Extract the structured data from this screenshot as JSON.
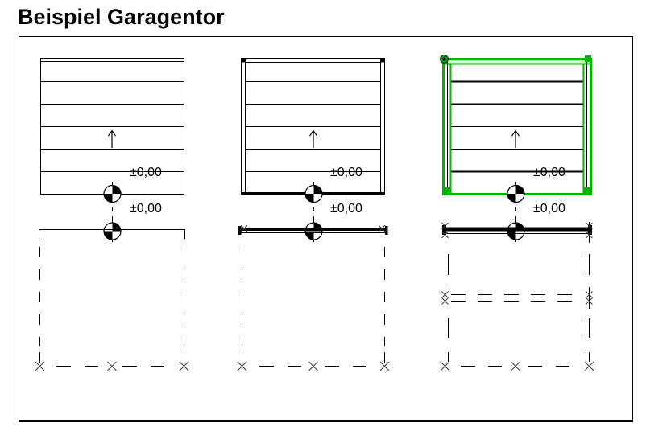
{
  "title": "Beispiel Garagentor",
  "doors": [
    {
      "name": "door-left",
      "state": "default",
      "level_top": "±0,00",
      "level_bottom": "±0,00"
    },
    {
      "name": "door-middle",
      "state": "default",
      "level_top": "±0,00",
      "level_bottom": "±0,00"
    },
    {
      "name": "door-right",
      "state": "selected",
      "level_top": "±0,00",
      "level_bottom": "±0,00"
    }
  ],
  "icons": {
    "open_direction": "up-arrow",
    "level_marker": "survey-point-circle",
    "demolition_marker": "x-cross"
  },
  "colors": {
    "line": "#000000",
    "selection_green": "#00b400",
    "selection_fill": "#dff4df",
    "grip_green": "#00a000",
    "marker_gray": "#3d3d3d",
    "background": "#ffffff"
  }
}
